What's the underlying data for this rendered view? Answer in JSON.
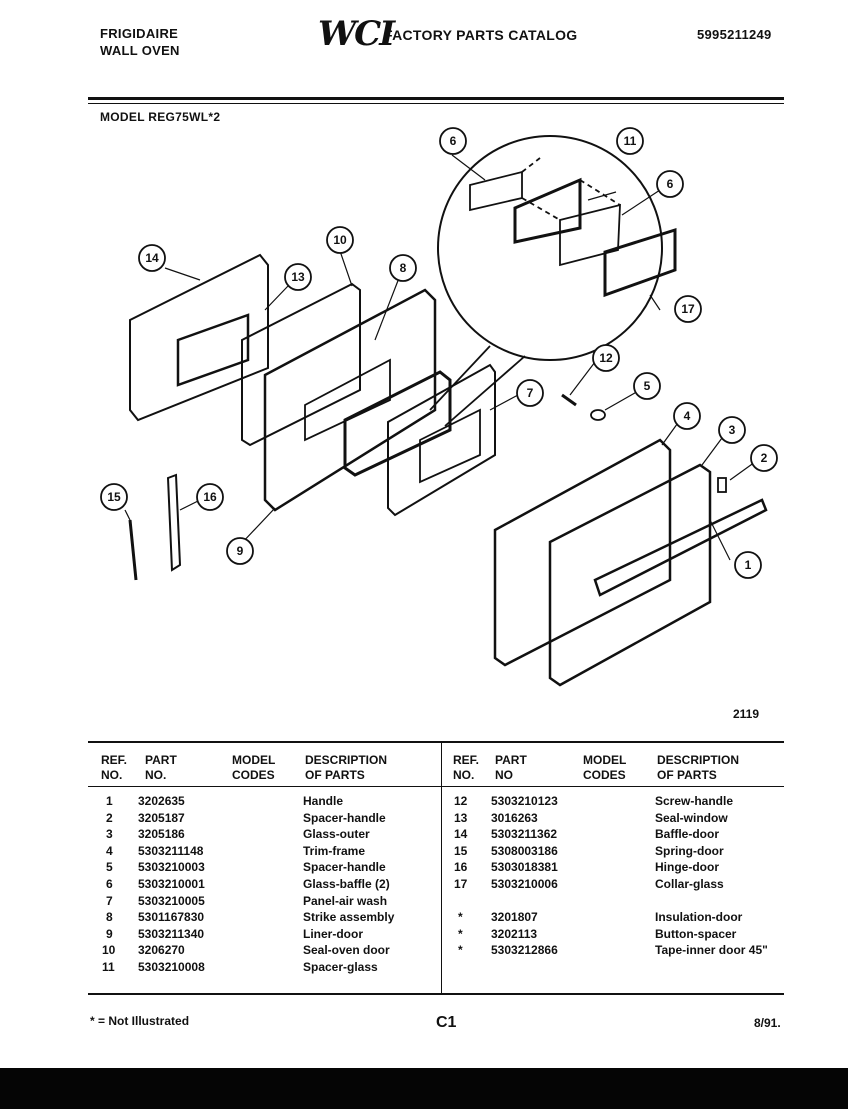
{
  "header": {
    "brand": "FRIGIDAIRE",
    "product": "WALL OVEN",
    "logo_text": "WCI",
    "catalog_title": "FACTORY PARTS CATALOG",
    "catalog_number": "5995211249",
    "model": "MODEL REG75WL*2"
  },
  "diagram": {
    "callouts": [
      "1",
      "2",
      "3",
      "4",
      "5",
      "6",
      "6",
      "7",
      "8",
      "9",
      "10",
      "11",
      "12",
      "13",
      "14",
      "15",
      "16",
      "17"
    ],
    "figure_number": "2119"
  },
  "table": {
    "headers": {
      "ref_no": [
        "REF.",
        "NO."
      ],
      "part_no": [
        "PART",
        "NO."
      ],
      "part_no_right": [
        "PART",
        "NO"
      ],
      "model_codes": [
        "MODEL",
        "CODES"
      ],
      "description": [
        "DESCRIPTION",
        "OF PARTS"
      ]
    },
    "left_rows": [
      {
        "ref": "1",
        "part": "3202635",
        "codes": "",
        "desc": "Handle"
      },
      {
        "ref": "2",
        "part": "3205187",
        "codes": "",
        "desc": "Spacer-handle"
      },
      {
        "ref": "3",
        "part": "3205186",
        "codes": "",
        "desc": "Glass-outer"
      },
      {
        "ref": "4",
        "part": "5303211148",
        "codes": "",
        "desc": "Trim-frame"
      },
      {
        "ref": "5",
        "part": "5303210003",
        "codes": "",
        "desc": "Spacer-handle"
      },
      {
        "ref": "6",
        "part": "5303210001",
        "codes": "",
        "desc": "Glass-baffle (2)"
      },
      {
        "ref": "7",
        "part": "5303210005",
        "codes": "",
        "desc": "Panel-air wash"
      },
      {
        "ref": "8",
        "part": "5301167830",
        "codes": "",
        "desc": "Strike assembly"
      },
      {
        "ref": "9",
        "part": "5303211340",
        "codes": "",
        "desc": "Liner-door"
      },
      {
        "ref": "10",
        "part": "3206270",
        "codes": "",
        "desc": "Seal-oven door"
      },
      {
        "ref": "11",
        "part": "5303210008",
        "codes": "",
        "desc": "Spacer-glass"
      }
    ],
    "right_rows": [
      {
        "ref": "12",
        "part": "5303210123",
        "codes": "",
        "desc": "Screw-handle"
      },
      {
        "ref": "13",
        "part": "3016263",
        "codes": "",
        "desc": "Seal-window"
      },
      {
        "ref": "14",
        "part": "5303211362",
        "codes": "",
        "desc": "Baffle-door"
      },
      {
        "ref": "15",
        "part": "5308003186",
        "codes": "",
        "desc": "Spring-door"
      },
      {
        "ref": "16",
        "part": "5303018381",
        "codes": "",
        "desc": "Hinge-door"
      },
      {
        "ref": "17",
        "part": "5303210006",
        "codes": "",
        "desc": "Collar-glass"
      },
      {
        "ref": "",
        "part": "",
        "codes": "",
        "desc": ""
      },
      {
        "ref": "*",
        "part": "3201807",
        "codes": "",
        "desc": "Insulation-door"
      },
      {
        "ref": "*",
        "part": "3202113",
        "codes": "",
        "desc": "Button-spacer"
      },
      {
        "ref": "*",
        "part": "5303212866",
        "codes": "",
        "desc": "Tape-inner door 45\""
      }
    ]
  },
  "footer": {
    "note": "* = Not Illustrated",
    "page_code": "C1",
    "date": "8/91."
  }
}
